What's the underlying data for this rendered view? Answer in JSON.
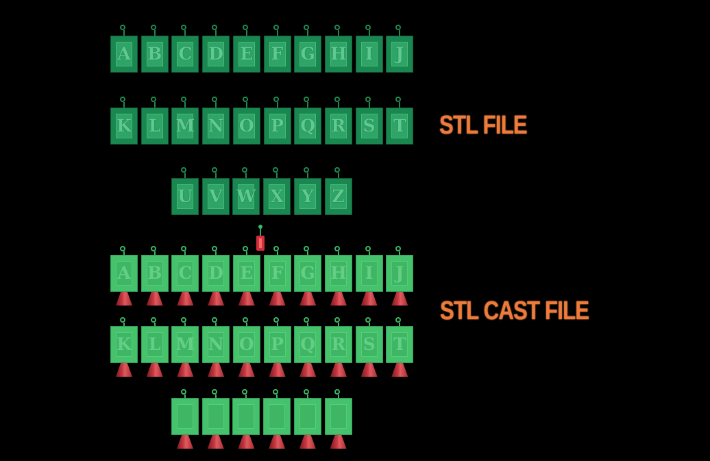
{
  "labels": {
    "stl": "STL FILE",
    "cast": "STL CAST FILE"
  },
  "stl_rows": [
    [
      "A",
      "B",
      "C",
      "D",
      "E",
      "F",
      "G",
      "H",
      "I",
      "J"
    ],
    [
      "K",
      "L",
      "M",
      "N",
      "O",
      "P",
      "Q",
      "R",
      "S",
      "T"
    ],
    [
      "U",
      "V",
      "W",
      "X",
      "Y",
      "Z"
    ]
  ],
  "cast_rows": [
    [
      "A",
      "B",
      "C",
      "D",
      "E",
      "F",
      "G",
      "H",
      "I",
      "J"
    ],
    [
      "K",
      "L",
      "M",
      "N",
      "O",
      "P",
      "Q",
      "R",
      "S",
      "T"
    ],
    [
      "",
      "",
      "",
      "",
      "",
      ""
    ]
  ],
  "colors": {
    "stl_green": "#1b8750",
    "cast_green": "#46c16c",
    "sprue_red": "#c3323a",
    "label_orange": "#f07a3a"
  }
}
